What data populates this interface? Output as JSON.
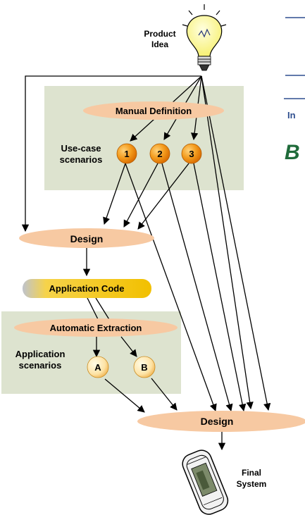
{
  "product_idea": {
    "line1": "Product",
    "line2": "Idea"
  },
  "manual_definition": "Manual Definition",
  "use_case_label": {
    "line1": "Use-case",
    "line2": "scenarios"
  },
  "use_case_nodes": [
    "1",
    "2",
    "3"
  ],
  "design_top": "Design",
  "application_code": "Application Code",
  "automatic_extraction": "Automatic Extraction",
  "application_scenarios_label": {
    "line1": "Application",
    "line2": "scenarios"
  },
  "app_nodes": [
    "A",
    "B"
  ],
  "design_bottom": "Design",
  "final_system": {
    "line1": "Final",
    "line2": "System"
  },
  "right_edge_fragments": {
    "in_text": "In",
    "b_text": "B"
  },
  "colors": {
    "green_panel": "#dde3cf",
    "peach_ellipse": "#f7c9a2",
    "orange_node": "#f08a14",
    "app_node_light": "#fde3a6",
    "code_yellow": "#f4c20d",
    "blue_rule": "#2f4f8f"
  }
}
